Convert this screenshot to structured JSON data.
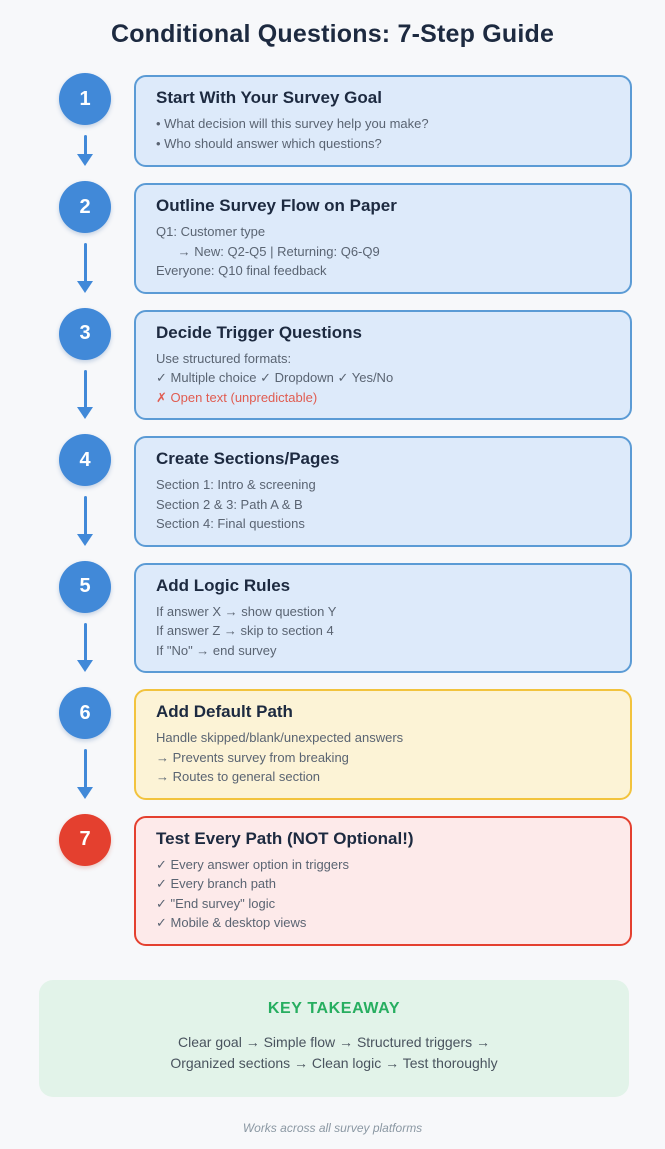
{
  "title": "Conditional Questions: 7-Step Guide",
  "steps": [
    {
      "number": "1",
      "theme": "blue",
      "title": "Start With Your Survey Goal",
      "lines": [
        "• What decision will this survey help you make?",
        "• Who should answer which questions?"
      ]
    },
    {
      "number": "2",
      "theme": "blue",
      "title": "Outline Survey Flow on Paper",
      "lines": [
        "Q1: Customer type",
        "      → New: Q2-Q5 | Returning: Q6-Q9",
        "Everyone: Q10 final feedback"
      ]
    },
    {
      "number": "3",
      "theme": "blue",
      "title": "Decide Trigger Questions",
      "lines": [
        "Use structured formats:",
        "✓ Multiple choice ✓ Dropdown ✓ Yes/No"
      ],
      "alert_line": "✗ Open text (unpredictable)"
    },
    {
      "number": "4",
      "theme": "blue",
      "title": "Create Sections/Pages",
      "lines": [
        "Section 1: Intro & screening",
        "Section 2 & 3: Path A & B",
        "Section 4: Final questions"
      ]
    },
    {
      "number": "5",
      "theme": "blue",
      "title": "Add Logic Rules",
      "lines": [
        "If answer X → show question Y",
        "If answer Z → skip to section 4",
        "If \"No\" → end survey"
      ]
    },
    {
      "number": "6",
      "theme": "yellow",
      "title": "Add Default Path",
      "lines": [
        "Handle skipped/blank/unexpected answers",
        "→ Prevents survey from breaking",
        "→ Routes to general section"
      ]
    },
    {
      "number": "7",
      "theme": "red",
      "title": "Test Every Path (NOT Optional!)",
      "lines": [
        "✓ Every answer option in triggers",
        "✓ Every branch path",
        "✓ \"End survey\" logic",
        "✓ Mobile & desktop views"
      ]
    }
  ],
  "takeaway": {
    "heading": "KEY TAKEAWAY",
    "line1": "Clear goal → Simple flow → Structured triggers →",
    "line2": "Organized sections → Clean logic → Test thoroughly"
  },
  "footnote": "Works across all survey platforms",
  "colors": {
    "step_circle_blue": "#4189d8",
    "step_box_border_blue": "#5b9bd5",
    "step_box_bg_blue": "#ddeafa",
    "step_box_border_yellow": "#f2c33d",
    "step_box_bg_yellow": "#fcf3d6",
    "step_circle_red": "#e4402f",
    "step_box_bg_red": "#fdeaea",
    "alert_text_red": "#e05c51",
    "takeaway_green": "#27ae60",
    "takeaway_bg_green": "#e2f3e9",
    "heading_navy": "#1d2a40",
    "body_gray": "#5a6472",
    "page_bg": "#f7f8fa"
  }
}
